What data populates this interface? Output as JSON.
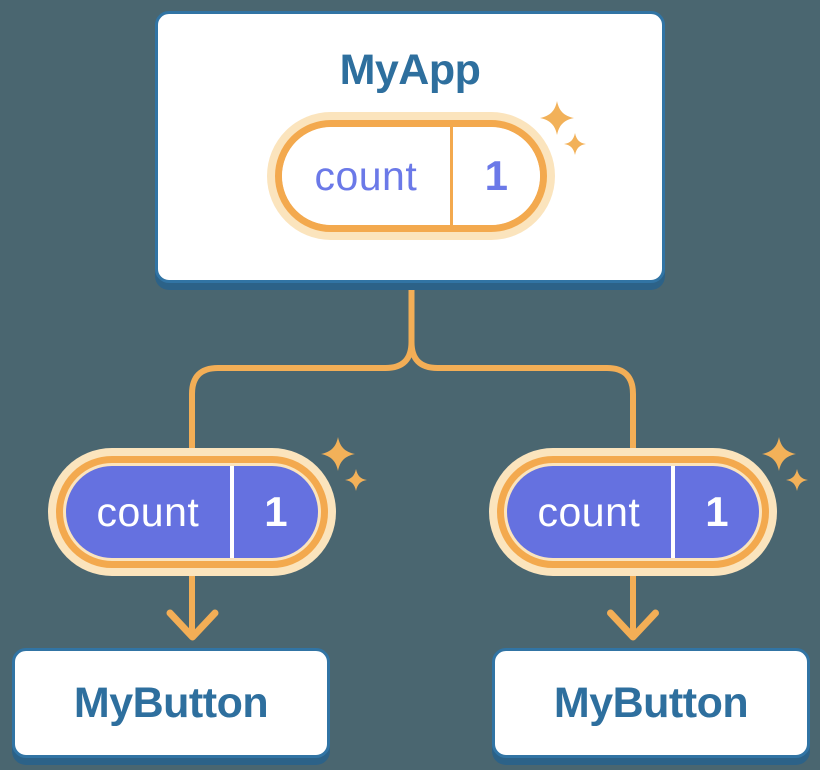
{
  "colors": {
    "background": "#4a6670",
    "card-bg": "#ffffff",
    "card-border": "#3174a4",
    "card-edge": "#2c6288",
    "text-blue": "#2e6f9e",
    "line-orange": "#f3ae56",
    "pill-ring": "#f3a94e",
    "pill-halo": "#fbe4bd",
    "pill-purple": "#6571e0",
    "state-purple": "#6b79e8",
    "state-white": "#ffffff",
    "sparkle": "#f2b159"
  },
  "diagram": {
    "root": {
      "label": "MyApp",
      "state": {
        "key": "count",
        "value": "1"
      }
    },
    "children": [
      {
        "label": "MyButton",
        "state": {
          "key": "count",
          "value": "1"
        }
      },
      {
        "label": "MyButton",
        "state": {
          "key": "count",
          "value": "1"
        }
      }
    ]
  }
}
